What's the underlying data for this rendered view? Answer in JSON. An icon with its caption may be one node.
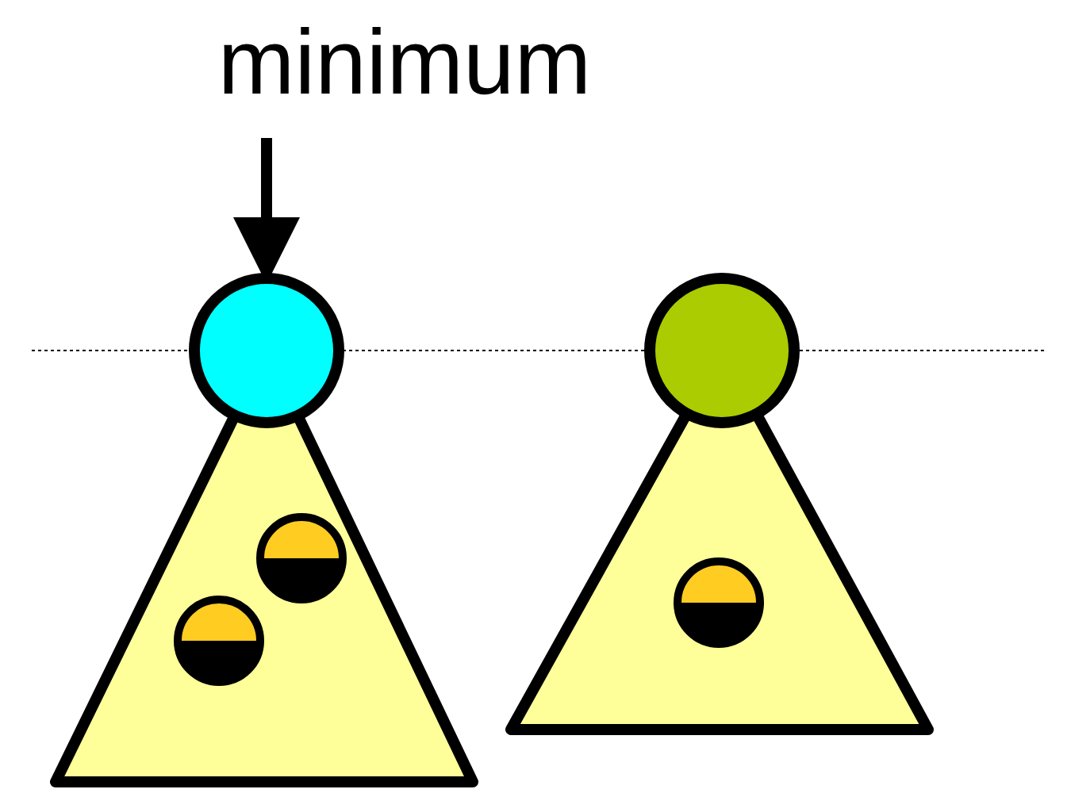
{
  "diagram": {
    "nodes": [
      {
        "text": [
          "minimum"
        ]
      },
      {
        "text": [],
        "shape": "circle"
      },
      {
        "text": [],
        "shape": "circle"
      }
    ],
    "edges": [
      {
        "from": 0,
        "to": 1,
        "arrow": "to"
      }
    ]
  }
}
